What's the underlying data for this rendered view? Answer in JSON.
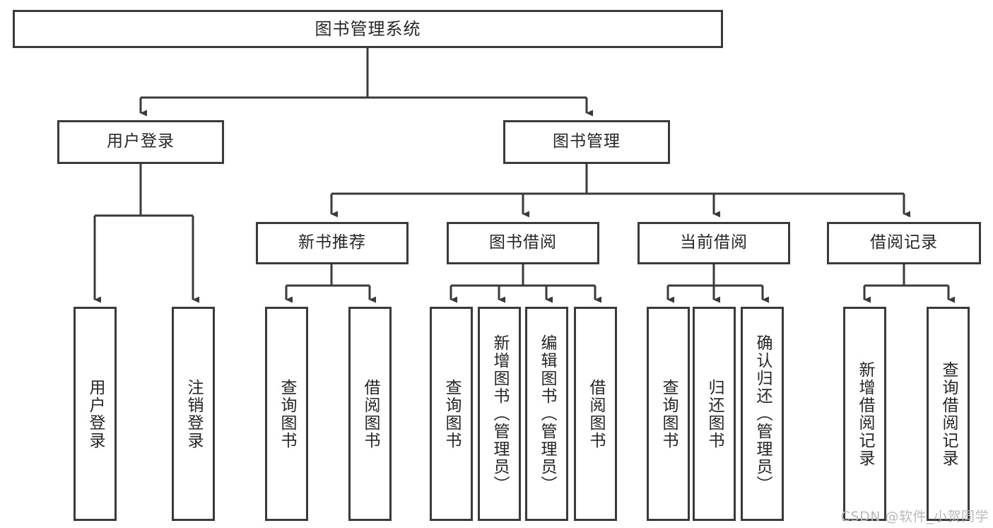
{
  "diagram": {
    "title": "图书管理系统",
    "root": {
      "label": "图书管理系统"
    },
    "level2": [
      {
        "label": "用户登录"
      },
      {
        "label": "图书管理"
      }
    ],
    "level3": [
      {
        "label": "新书推荐"
      },
      {
        "label": "图书借阅"
      },
      {
        "label": "当前借阅"
      },
      {
        "label": "借阅记录"
      }
    ],
    "leaves": {
      "user_login": [
        {
          "label": "用户登录"
        },
        {
          "label": "注销登录"
        }
      ],
      "new_book_recommend": [
        {
          "label": "查询图书"
        },
        {
          "label": "借阅图书"
        }
      ],
      "book_borrow": [
        {
          "label": "查询图书"
        },
        {
          "label": "新增图书（管理员）"
        },
        {
          "label": "编辑图书（管理员）"
        },
        {
          "label": "借阅图书"
        }
      ],
      "current_borrow": [
        {
          "label": "查询图书"
        },
        {
          "label": "归还图书"
        },
        {
          "label": "确认归还（管理员）"
        }
      ],
      "borrow_record": [
        {
          "label": "新增借阅记录"
        },
        {
          "label": "查询借阅记录"
        }
      ]
    }
  },
  "watermark": {
    "text": "CSDN @软件_小贺同学"
  },
  "colors": {
    "stroke": "#3a3a3a",
    "text": "#262626",
    "background": "#ffffff",
    "watermark": "#b9b9b9"
  }
}
